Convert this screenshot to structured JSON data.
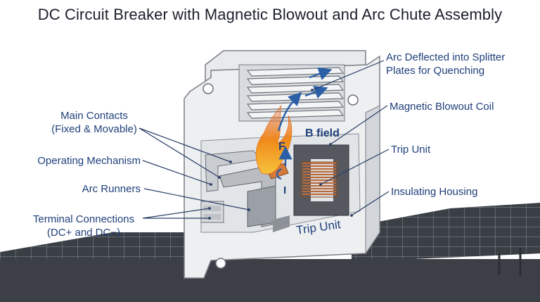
{
  "title": "DC Circuit Breaker with Magnetic Blowout and Arc Chute Assembly",
  "labels": {
    "arc_deflected_line1": "Arc Deflected into Splitter",
    "arc_deflected_line2": "Plates for Quenching",
    "magnetic_blowout_coil": "Magnetic Blowout Coil",
    "trip_unit": "Trip Unit",
    "insulating_housing": "Insulating Housing",
    "main_contacts_line1": "Main Contacts",
    "main_contacts_line2": "(Fixed & Movable)",
    "operating_mechanism": "Operating Mechanism",
    "arc_runners": "Arc Runners",
    "terminal_connections_line1": "Terminal Connections",
    "terminal_connections_line2": "(DC+ and DC−)"
  },
  "in_drawing": {
    "b_field": "B field",
    "force": "F",
    "current": "I",
    "trip_unit_housing": "Trip Unit"
  },
  "colors": {
    "label_text": "#1f3f7a",
    "title_text": "#1b1f2a",
    "arrow_blue": "#2a5fa8",
    "leader_line": "#2b3f66",
    "coil_copper": "#b86a3c",
    "arc_orange": "#f08a1c",
    "housing": "#eceef0",
    "solar_panel": "#3d4248"
  }
}
